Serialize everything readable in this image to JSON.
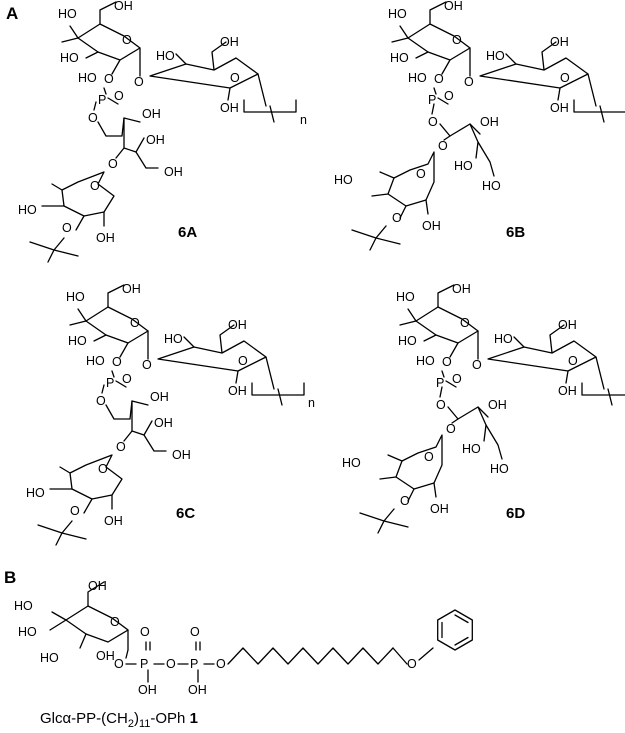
{
  "panels": {
    "a": "A",
    "b": "B"
  },
  "atoms": {
    "OH": "OH",
    "HO": "HO",
    "O": "O",
    "P": "P",
    "n": "n"
  },
  "structures": [
    {
      "label": "6A"
    },
    {
      "label": "6B"
    },
    {
      "label": "6C"
    },
    {
      "label": "6D"
    }
  ],
  "panel_b": {
    "caption_prefix": "Glcα-PP-(CH",
    "caption_sub1": "2",
    "caption_mid": ")",
    "caption_sub2": "11",
    "caption_suffix": "-OPh ",
    "caption_compound": "1"
  }
}
